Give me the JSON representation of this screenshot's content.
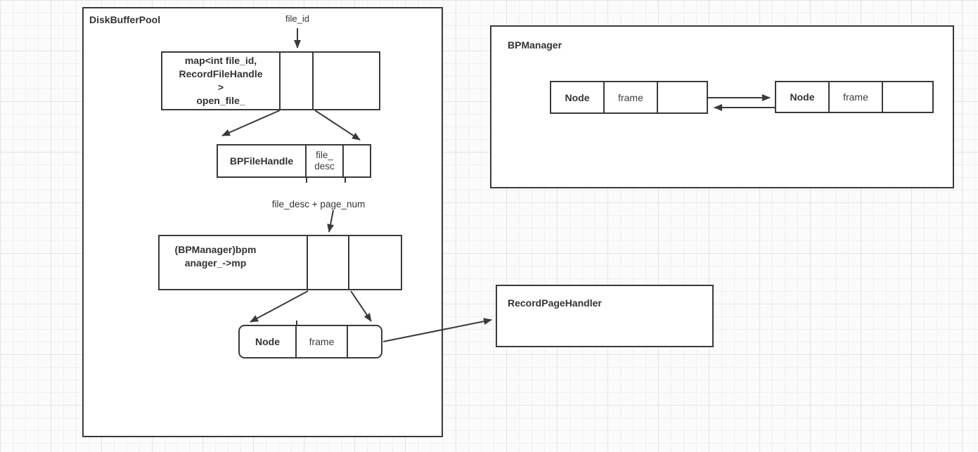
{
  "colors": {
    "stroke": "#3a3a3a",
    "text": "#333333",
    "shape_fill": "#ffffff",
    "grid_minor": "#efefef",
    "grid_major": "#e4e4e4",
    "canvas_bg": "#fbfbfb"
  },
  "diskBufferPool": {
    "title": "DiskBufferPool",
    "fileIdLabel": "file_id",
    "mapBox": {
      "lines": [
        "map<int file_id,",
        "RecordFileHandle",
        ">",
        "open_file_"
      ]
    },
    "bpFileHandleBox": {
      "title": "BPFileHandle",
      "descLines": [
        "file_",
        "desc"
      ]
    },
    "fileDescPageNumLabel": "file_desc + page_num",
    "bpmBox": {
      "lines": [
        "(BPManager)bpm",
        "anager_->mp"
      ]
    },
    "nodeBox": {
      "title": "Node",
      "frameLabel": "frame"
    }
  },
  "bpManager": {
    "title": "BPManager",
    "leftNode": {
      "title": "Node",
      "frameLabel": "frame"
    },
    "rightNode": {
      "title": "Node",
      "frameLabel": "frame"
    }
  },
  "recordPageHandler": {
    "title": "RecordPageHandler"
  }
}
